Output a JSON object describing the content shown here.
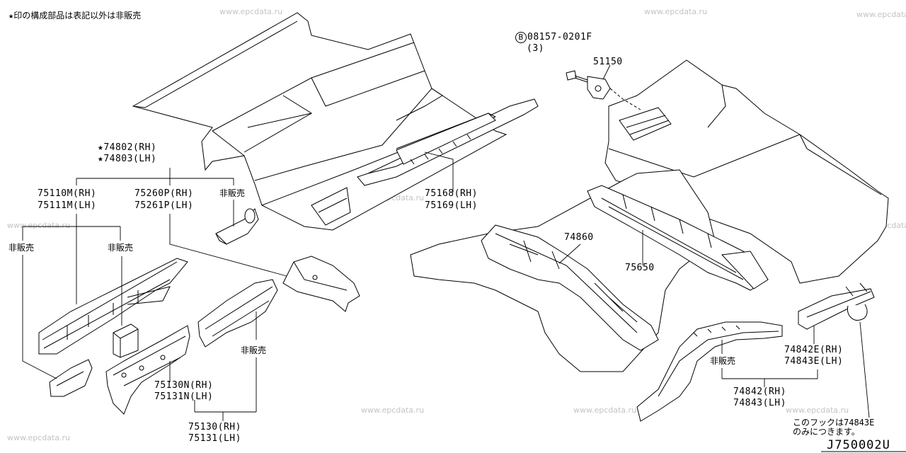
{
  "header_note": "★印の構成部品は表記以外は非販売",
  "watermark_text": "www.epcdata.ru",
  "diagram_code": "J750002U",
  "labels": {
    "bolt_code": "08157-0201F",
    "bolt_circle": "B",
    "bolt_qty": "(3)",
    "p51150": "51150",
    "p74802": "★74802(RH)",
    "p74803": "★74803(LH)",
    "p75110": "75110M(RH)",
    "p75111": "75111M(LH)",
    "p75260": "75260P(RH)",
    "p75261": "75261P(LH)",
    "not_sold": "非販売",
    "p75168": "75168(RH)",
    "p75169": "75169(LH)",
    "p74860": "74860",
    "p75650": "75650",
    "p75130n": "75130N(RH)",
    "p75131n": "75131N(LH)",
    "p75130": "75130(RH)",
    "p75131": "75131(LH)",
    "p74842e": "74842E(RH)",
    "p74843e": "74843E(LH)",
    "p74842": "74842(RH)",
    "p74843": "74843(LH)",
    "hook_note_1": "このフックは74843E",
    "hook_note_2": "のみにつきます。"
  },
  "colors": {
    "line": "#000000",
    "watermark": "#c4c4c4",
    "background": "#ffffff"
  }
}
